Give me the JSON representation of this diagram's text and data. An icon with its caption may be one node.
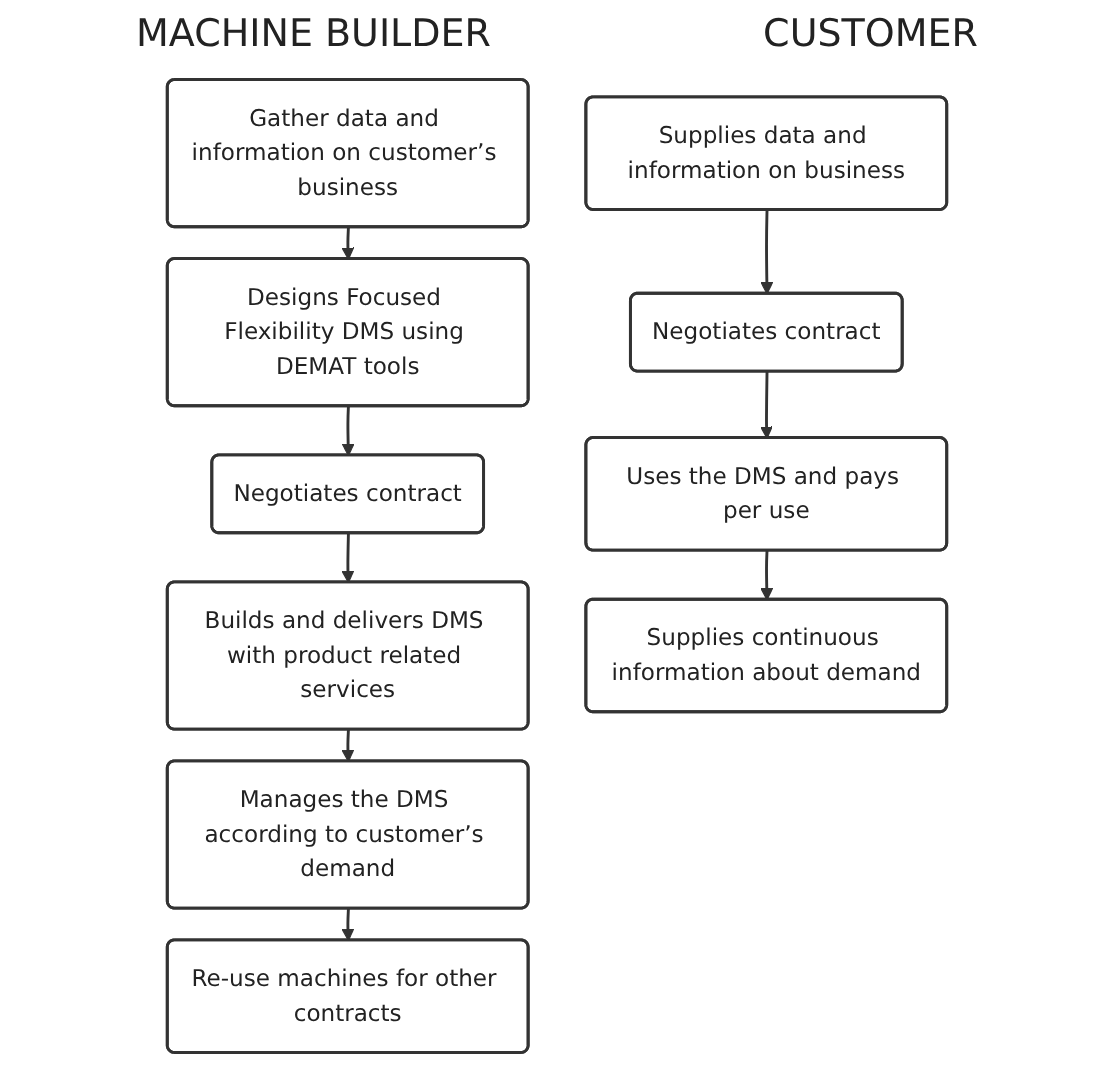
{
  "diagram": {
    "nodes": [
      {
        "text": [
          "Gather data and information on customer’s business"
        ]
      },
      {
        "text": [
          "Designs Focused Flexibility DMS using DEMAT tools"
        ]
      },
      {
        "text": [
          "Negotiates contract"
        ]
      },
      {
        "text": [
          "Builds and delivers DMS with product related services"
        ]
      },
      {
        "text": [
          "Manages the DMS according to customer’s demand"
        ]
      },
      {
        "text": [
          "Re-use machines for other contracts"
        ]
      },
      {
        "text": [
          "Supplies data and information on business"
        ]
      },
      {
        "text": [
          "Negotiates contract"
        ]
      },
      {
        "text": [
          "Uses the DMS and pays per use"
        ]
      },
      {
        "text": [
          "Supplies continuous information about demand"
        ]
      }
    ],
    "edges": [
      {
        "from": 0,
        "to": 1,
        "arrow": "to"
      },
      {
        "from": 1,
        "to": 2,
        "arrow": "to"
      },
      {
        "from": 2,
        "to": 3,
        "arrow": "to"
      },
      {
        "from": 3,
        "to": 4,
        "arrow": "to"
      },
      {
        "from": 4,
        "to": 5,
        "arrow": "to"
      },
      {
        "from": 6,
        "to": 7,
        "arrow": "to"
      },
      {
        "from": 7,
        "to": 8,
        "arrow": "to"
      },
      {
        "from": 8,
        "to": 9,
        "arrow": "to"
      }
    ],
    "labels": [
      "MACHINE BUILDER",
      "CUSTOMER"
    ]
  }
}
